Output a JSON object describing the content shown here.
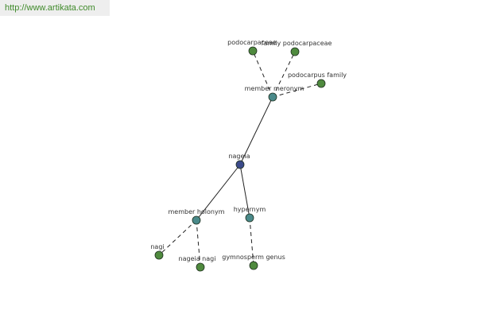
{
  "header": {
    "url_text": "http://www.artikata.com"
  },
  "colors": {
    "center": "#3b4a8a",
    "relation": "#4a8a8a",
    "leaf": "#4f8a3e",
    "edge": "#222222",
    "url": "#3f8a2a"
  },
  "graph": {
    "nodes": [
      {
        "id": "nageia",
        "label": "nageia",
        "kind": "center"
      },
      {
        "id": "member-meronym",
        "label": "member meronym",
        "kind": "relation"
      },
      {
        "id": "member-holonym",
        "label": "member holonym",
        "kind": "relation"
      },
      {
        "id": "hypernym",
        "label": "hypernym",
        "kind": "relation"
      },
      {
        "id": "podocarpaceae",
        "label": "podocarpaceae",
        "kind": "leaf"
      },
      {
        "id": "family-podocarpaceae",
        "label": "family podocarpaceae",
        "kind": "leaf"
      },
      {
        "id": "podocarpus-family",
        "label": "podocarpus family",
        "kind": "leaf"
      },
      {
        "id": "nagi",
        "label": "nagi",
        "kind": "leaf"
      },
      {
        "id": "nageia-nagi",
        "label": "nageia nagi",
        "kind": "leaf"
      },
      {
        "id": "gymnosperm-genus",
        "label": "gymnosperm genus",
        "kind": "leaf"
      }
    ],
    "edges": [
      {
        "from": "nageia",
        "to": "member-meronym",
        "style": "solid"
      },
      {
        "from": "nageia",
        "to": "member-holonym",
        "style": "solid"
      },
      {
        "from": "nageia",
        "to": "hypernym",
        "style": "solid"
      },
      {
        "from": "member-meronym",
        "to": "podocarpaceae",
        "style": "dashed"
      },
      {
        "from": "member-meronym",
        "to": "family-podocarpaceae",
        "style": "dashed"
      },
      {
        "from": "member-meronym",
        "to": "podocarpus-family",
        "style": "dashed"
      },
      {
        "from": "member-holonym",
        "to": "nagi",
        "style": "dashed"
      },
      {
        "from": "member-holonym",
        "to": "nageia-nagi",
        "style": "dashed"
      },
      {
        "from": "hypernym",
        "to": "gymnosperm-genus",
        "style": "dashed"
      }
    ]
  }
}
